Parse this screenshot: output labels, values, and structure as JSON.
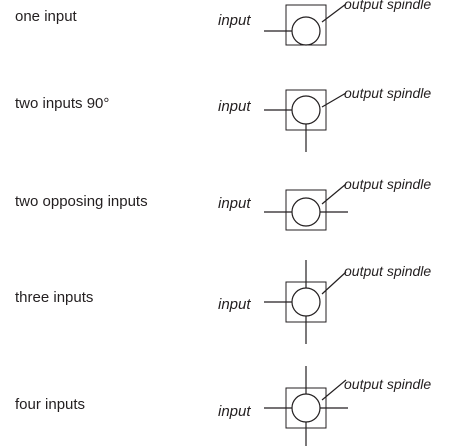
{
  "rows": [
    {
      "label": "one input",
      "input_label": "input",
      "output_label": "output spindle",
      "input_stubs": [
        "left"
      ]
    },
    {
      "label": "two inputs 90°",
      "input_label": "input",
      "output_label": "output spindle",
      "input_stubs": [
        "left",
        "bottom"
      ]
    },
    {
      "label": "two opposing inputs",
      "input_label": "input",
      "output_label": "output spindle",
      "input_stubs": [
        "left",
        "right"
      ]
    },
    {
      "label": "three inputs",
      "input_label": "input",
      "output_label": "output spindle",
      "input_stubs": [
        "left",
        "top",
        "bottom"
      ]
    },
    {
      "label": "four inputs",
      "input_label": "input",
      "output_label": "output spindle",
      "input_stubs": [
        "left",
        "top",
        "right",
        "bottom"
      ]
    }
  ],
  "colors": {
    "ink": "#231f20",
    "background": "#ffffff"
  }
}
